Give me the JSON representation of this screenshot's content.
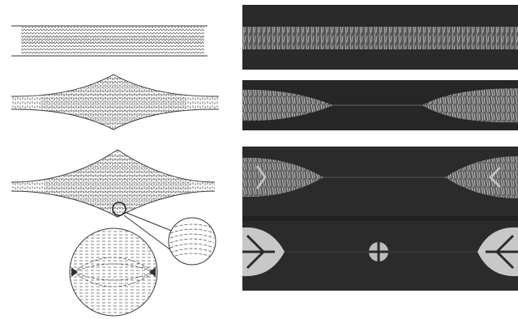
{
  "figure": {
    "left_panel": {
      "diagrams": [
        "thread",
        "swollen-thread",
        "swollen-thread-with-detail"
      ],
      "insets": [
        "spindle-detail-circle",
        "magnified-detail-circle"
      ]
    },
    "right_panel": {
      "photos": [
        "micrograph-uniform-thread",
        "micrograph-separated-droplets",
        "micrograph-droplets-with-satellite"
      ]
    }
  },
  "colors": {
    "ink": "#333333",
    "photo_background": "#222222",
    "photo_texture": "#cfcfcf",
    "paper": "#ffffff"
  }
}
